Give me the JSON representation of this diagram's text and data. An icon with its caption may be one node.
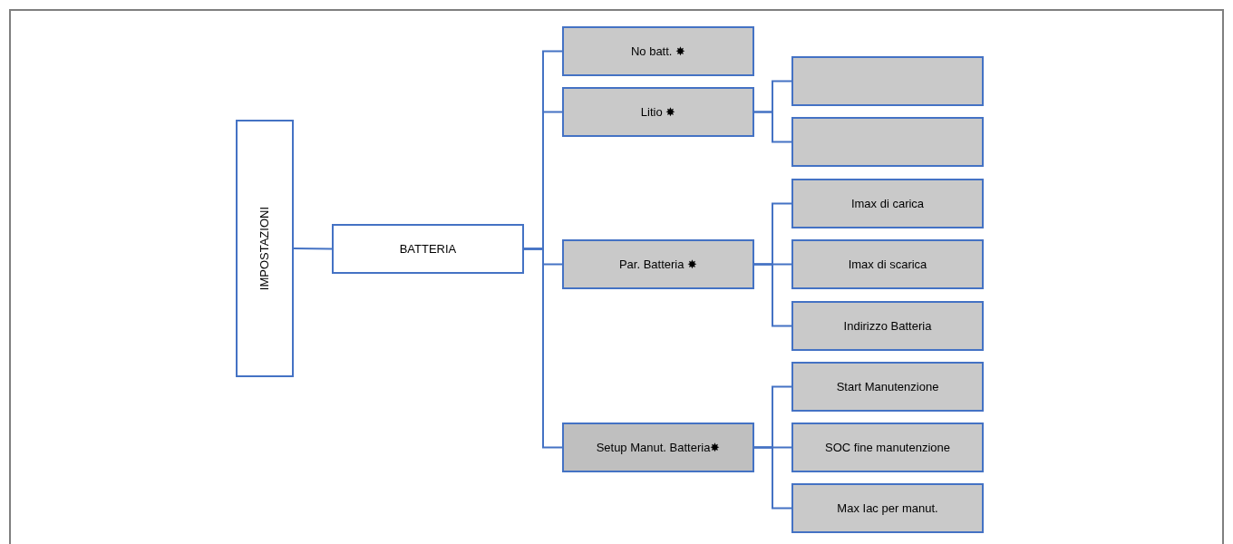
{
  "diagram": {
    "nodes": [
      {
        "text": [
          "IMPOSTAZIONI"
        ]
      },
      {
        "text": [
          "BATTERIA"
        ]
      },
      {
        "text": [
          "No batt. ✸"
        ]
      },
      {
        "text": [
          "Litio ✸"
        ]
      },
      {
        "text": [],
        "shape": "box"
      },
      {
        "text": [],
        "shape": "box"
      },
      {
        "text": [
          "Par. Batteria ✸"
        ]
      },
      {
        "text": [
          "Imax di carica"
        ]
      },
      {
        "text": [
          "Imax di scarica"
        ]
      },
      {
        "text": [
          "Indirizzo Batteria"
        ]
      },
      {
        "text": [
          "Setup Manut. Batteria✸"
        ]
      },
      {
        "text": [
          "Start Manutenzione"
        ]
      },
      {
        "text": [
          "SOC fine manutenzione"
        ]
      },
      {
        "text": [
          "Max Iac per manut."
        ]
      }
    ],
    "edges": [
      {
        "from": 0,
        "to": 1,
        "arrow": "none"
      },
      {
        "from": 1,
        "to": 2,
        "arrow": "none"
      },
      {
        "from": 1,
        "to": 3,
        "arrow": "none"
      },
      {
        "from": 1,
        "to": 6,
        "arrow": "none"
      },
      {
        "from": 1,
        "to": 10,
        "arrow": "none"
      },
      {
        "from": 3,
        "to": 4,
        "arrow": "none"
      },
      {
        "from": 3,
        "to": 5,
        "arrow": "none"
      },
      {
        "from": 6,
        "to": 7,
        "arrow": "none"
      },
      {
        "from": 6,
        "to": 8,
        "arrow": "none"
      },
      {
        "from": 6,
        "to": 9,
        "arrow": "none"
      },
      {
        "from": 10,
        "to": 11,
        "arrow": "none"
      },
      {
        "from": 10,
        "to": 12,
        "arrow": "none"
      },
      {
        "from": 10,
        "to": 13,
        "arrow": "none"
      }
    ]
  }
}
